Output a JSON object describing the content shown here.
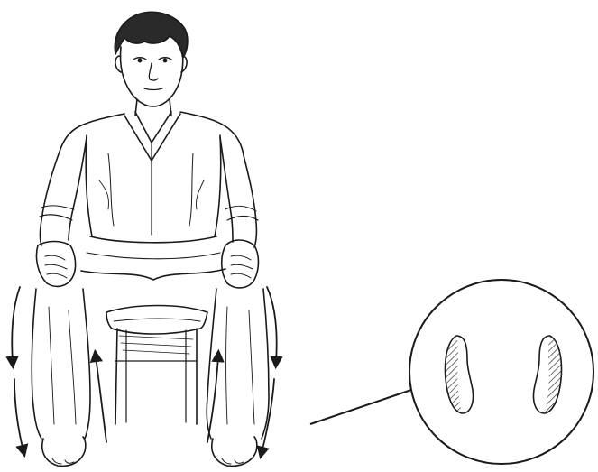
{
  "illustration": {
    "figure": "seated-man-on-stool",
    "arrows": {
      "outer_direction": "down",
      "inner_direction": "up"
    },
    "detail_callout": {
      "content": "foot-pressure-zones",
      "hatched_side": "outer-edge"
    },
    "colors": {
      "ink": "#1a1a1a",
      "paper": "#ffffff",
      "hatch": "#333333"
    }
  }
}
